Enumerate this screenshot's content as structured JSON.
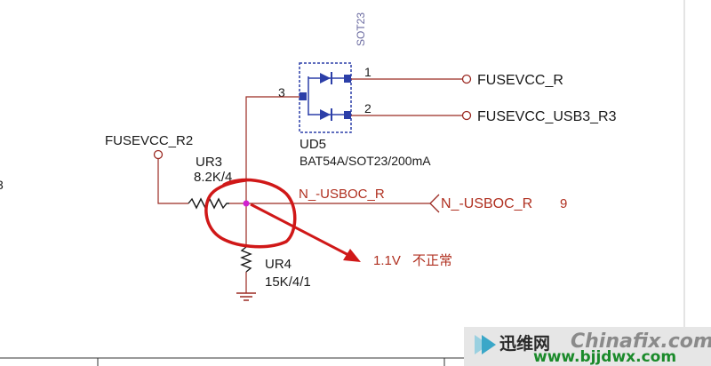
{
  "package_label": "SOT23",
  "diode": {
    "designator": "UD5",
    "part": "BAT54A/SOT23/200mA",
    "pin1": "1",
    "pin2": "2",
    "pin3": "3"
  },
  "nets": {
    "fusevcc_r": "FUSEVCC_R",
    "fusevcc_usb3_r3": "FUSEVCC_USB3_R3",
    "fusevcc_r2": "FUSEVCC_R2",
    "n_usboc_r_wire": "N_-USBOC_R",
    "n_usboc_r_port": "N_-USBOC_R",
    "port_sheet_ref": "9"
  },
  "resistors": {
    "ur3": {
      "designator": "UR3",
      "value": "8.2K/4"
    },
    "ur4": {
      "designator": "UR4",
      "value": "15K/4/1"
    }
  },
  "annotation": {
    "measurement": "1.1V",
    "note": "不正常"
  },
  "left_edge_fragment": "3",
  "watermark": {
    "brand_cn": "迅维网",
    "brand_en": "Chinafix.com",
    "url": "www.bjjdwx.com"
  },
  "colors": {
    "wire": "#9b2a22",
    "annotation": "#d01818",
    "component_blue": "#2c3fa8",
    "junction": "#d020d0",
    "label_dark": "#1a1a1a"
  }
}
